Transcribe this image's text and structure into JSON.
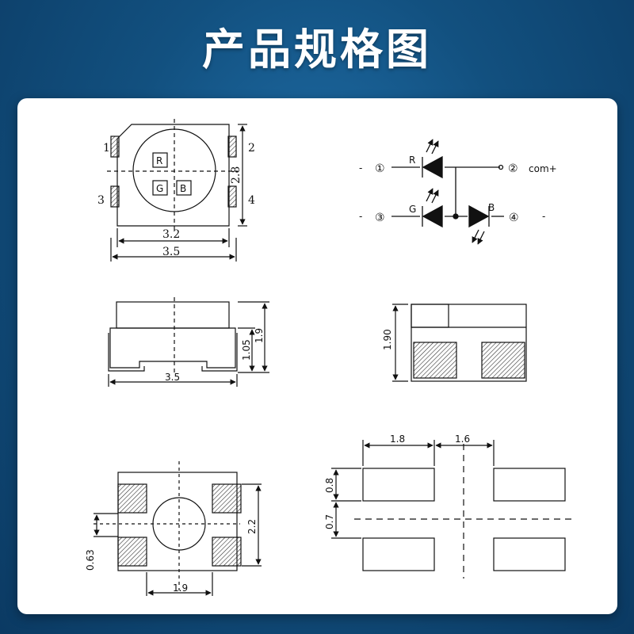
{
  "header": {
    "title": "产品规格图"
  },
  "top_view": {
    "pins": [
      "1",
      "2",
      "3",
      "4"
    ],
    "pads": [
      "R",
      "G",
      "B"
    ],
    "dims": {
      "inner_width": "3.2",
      "outer_width": "3.5",
      "height": "2.8"
    }
  },
  "circuit": {
    "pins": [
      "①",
      "②",
      "③",
      "④"
    ],
    "leds": [
      "R",
      "G",
      "B"
    ],
    "com_label": "com+",
    "minus": "-"
  },
  "side_view": {
    "dims": {
      "width": "3.5",
      "body_height": "1.05",
      "total_height": "1.9"
    }
  },
  "end_view": {
    "dims": {
      "height": "1.90"
    }
  },
  "bottom_view": {
    "dims": {
      "pitch_y": "2.2",
      "pitch_x": "1.9",
      "offset": "0.63"
    }
  },
  "footprint": {
    "dims": {
      "pad_width": "1.8",
      "gap": "1.6",
      "pad_height": "0.8",
      "spacing": "0.7"
    }
  }
}
